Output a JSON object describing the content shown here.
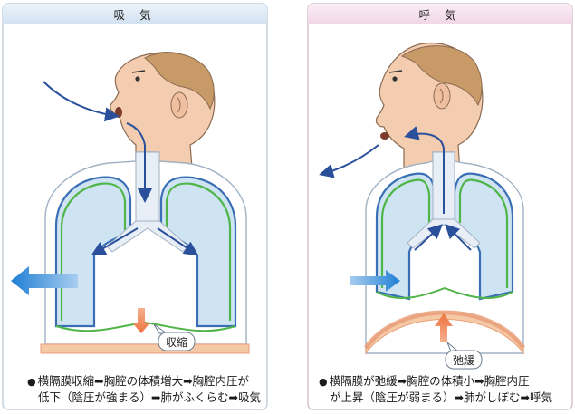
{
  "inhale": {
    "title": "吸 気",
    "label": "収縮",
    "caption_line1": "横隔膜収縮➡胸腔の体積増大➡胸腔内圧が",
    "caption_line2": "低下（陰圧が強まる）➡肺がふくらむ➡吸気"
  },
  "exhale": {
    "title": "呼 気",
    "label": "弛緩",
    "caption_line1": "横隔膜が弛緩➡胸腔の体積小➡胸腔内圧",
    "caption_line2": "が上昇（陰圧が弱まる）➡肺がしぼむ➡呼気"
  },
  "bullet": "●",
  "colors": {
    "inhale_header": "#dce9f5",
    "exhale_header": "#f6e1ee",
    "lung_outline": "#3a6fb5",
    "lung_inner": "#4fb548",
    "lung_fill": "#cfe4f3",
    "airway_arrow": "#2a4f9b",
    "diaphragm_arrow": "#f08a5d",
    "diaphragm_band": "#f6c9a6",
    "skin": "#f4cdb0",
    "hair": "#c89a67"
  }
}
